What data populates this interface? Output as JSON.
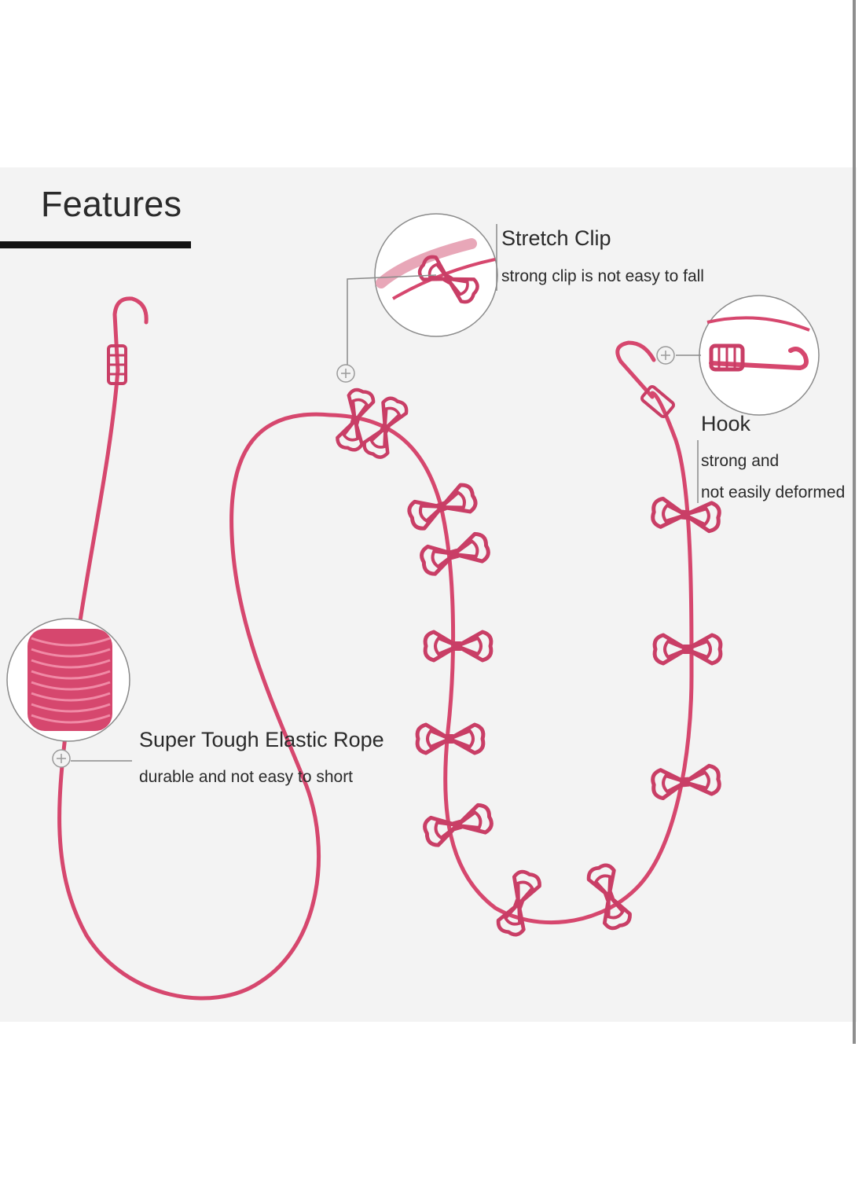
{
  "heading": "Features",
  "colors": {
    "rope": "#d6476e",
    "clip": "#c93e66",
    "background": "#f3f3f3",
    "text": "#2a2a2a"
  },
  "features": [
    {
      "name": "Stretch Clip",
      "description": "strong clip is not easy to fall"
    },
    {
      "name": "Hook",
      "description_line1": "strong and",
      "description_line2": "not easily deformed"
    },
    {
      "name": "Super Tough Elastic Rope",
      "description": "durable and not easy to short"
    }
  ]
}
